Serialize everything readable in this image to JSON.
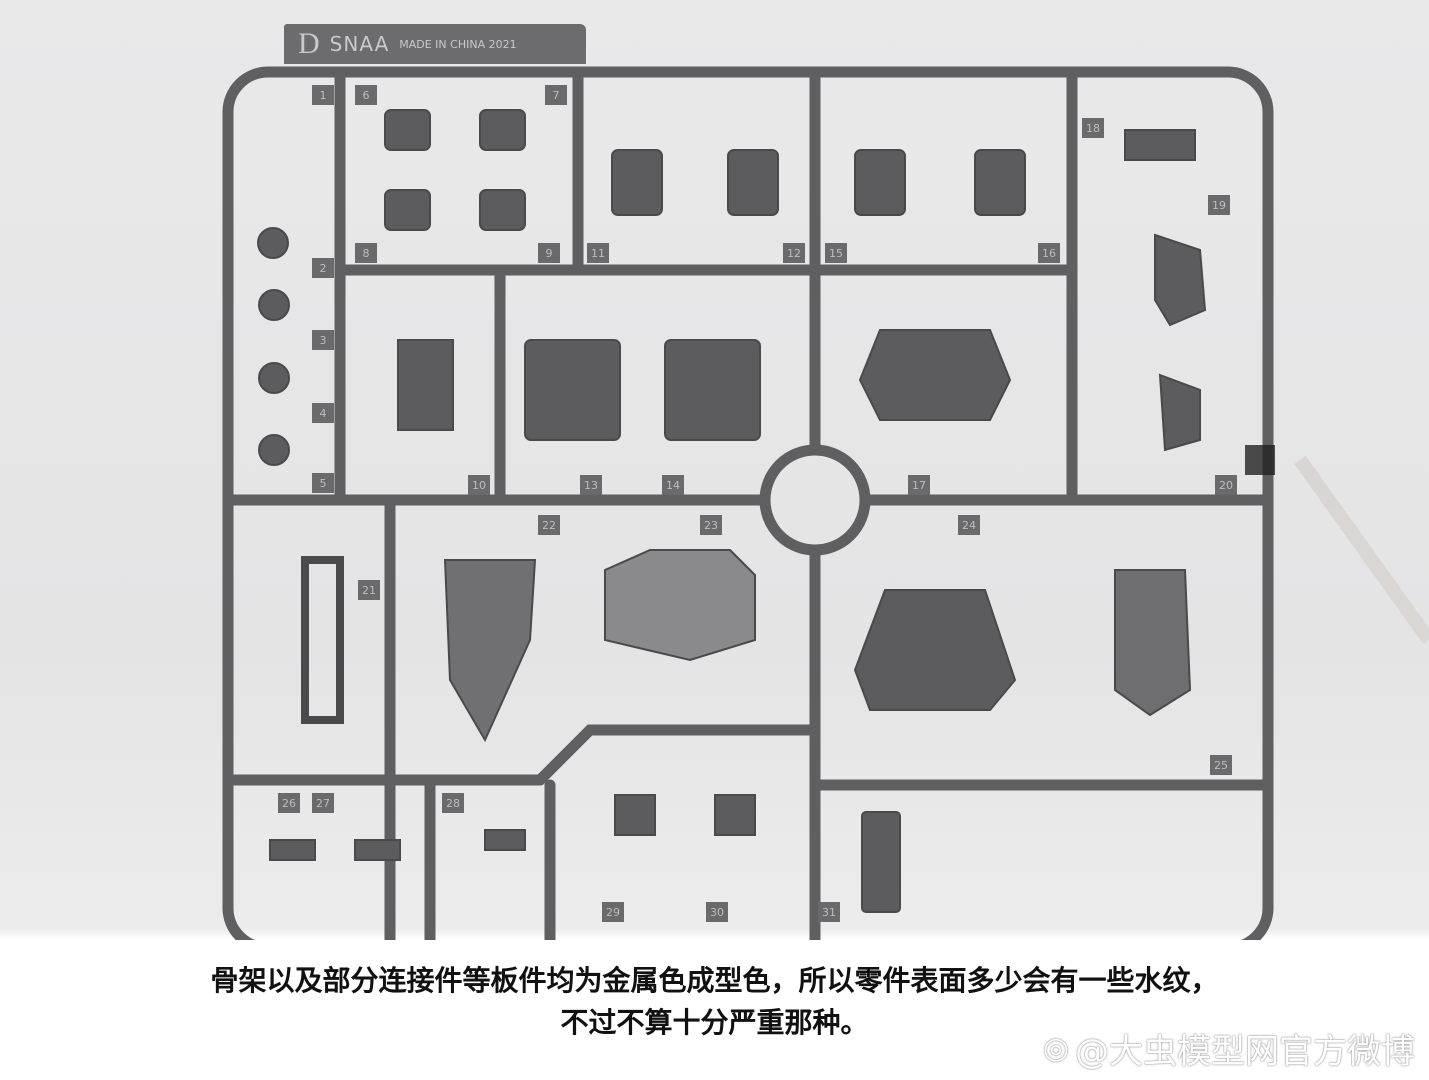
{
  "sprue": {
    "tag_letter": "D",
    "tag_brand": "SNAA",
    "tag_text": "MADE IN CHINA 2021",
    "part_numbers": [
      "1",
      "2",
      "3",
      "4",
      "5",
      "6",
      "7",
      "8",
      "9",
      "10",
      "11",
      "12",
      "13",
      "14",
      "15",
      "16",
      "17",
      "18",
      "19",
      "20",
      "21",
      "22",
      "23",
      "24",
      "25",
      "26",
      "27",
      "28",
      "29",
      "30",
      "31"
    ]
  },
  "caption": {
    "line1": "骨架以及部分连接件等板件均为金属色成型色，所以零件表面多少会有一些水纹，",
    "line2": "不过不算十分严重那种。"
  },
  "watermark": {
    "icon": "weibo-icon",
    "text": "@大虫模型网官方微博"
  },
  "colors": {
    "plastic": "#5e5e60",
    "background": "#e6e6e7"
  }
}
